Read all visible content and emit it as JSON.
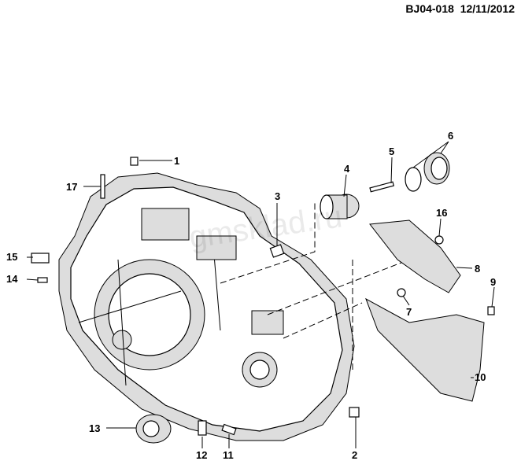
{
  "header": {
    "code": "BJ04-018",
    "date": "12/11/2012"
  },
  "watermark": "gmsklad.ru",
  "callouts": {
    "c1": "1",
    "c2": "2",
    "c3": "3",
    "c4": "4",
    "c5": "5",
    "c6": "6",
    "c7": "7",
    "c8": "8",
    "c9": "9",
    "c10": "10",
    "c11": "11",
    "c12": "12",
    "c13": "13",
    "c14": "14",
    "c15": "15",
    "c16": "16",
    "c17": "17"
  }
}
